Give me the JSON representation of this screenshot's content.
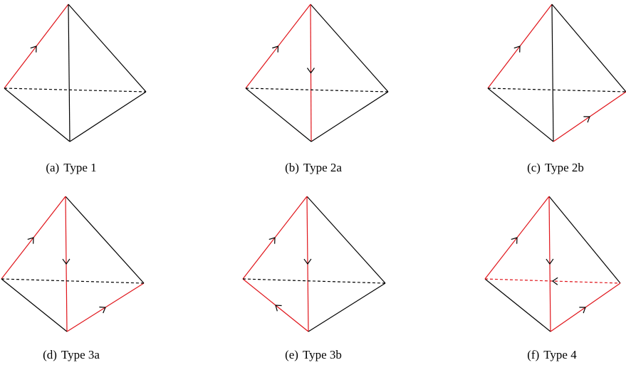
{
  "colors": {
    "plain_edge": "#000000",
    "marked_edge": "#e0141a",
    "background": "#ffffff"
  },
  "panels": [
    {
      "label": "(a)",
      "title": "Type 1"
    },
    {
      "label": "(b)",
      "title": "Type 2a"
    },
    {
      "label": "(c)",
      "title": "Type 2b"
    },
    {
      "label": "(d)",
      "title": "Type 3a"
    },
    {
      "label": "(e)",
      "title": "Type 3b"
    },
    {
      "label": "(f)",
      "title": "Type 4"
    }
  ]
}
